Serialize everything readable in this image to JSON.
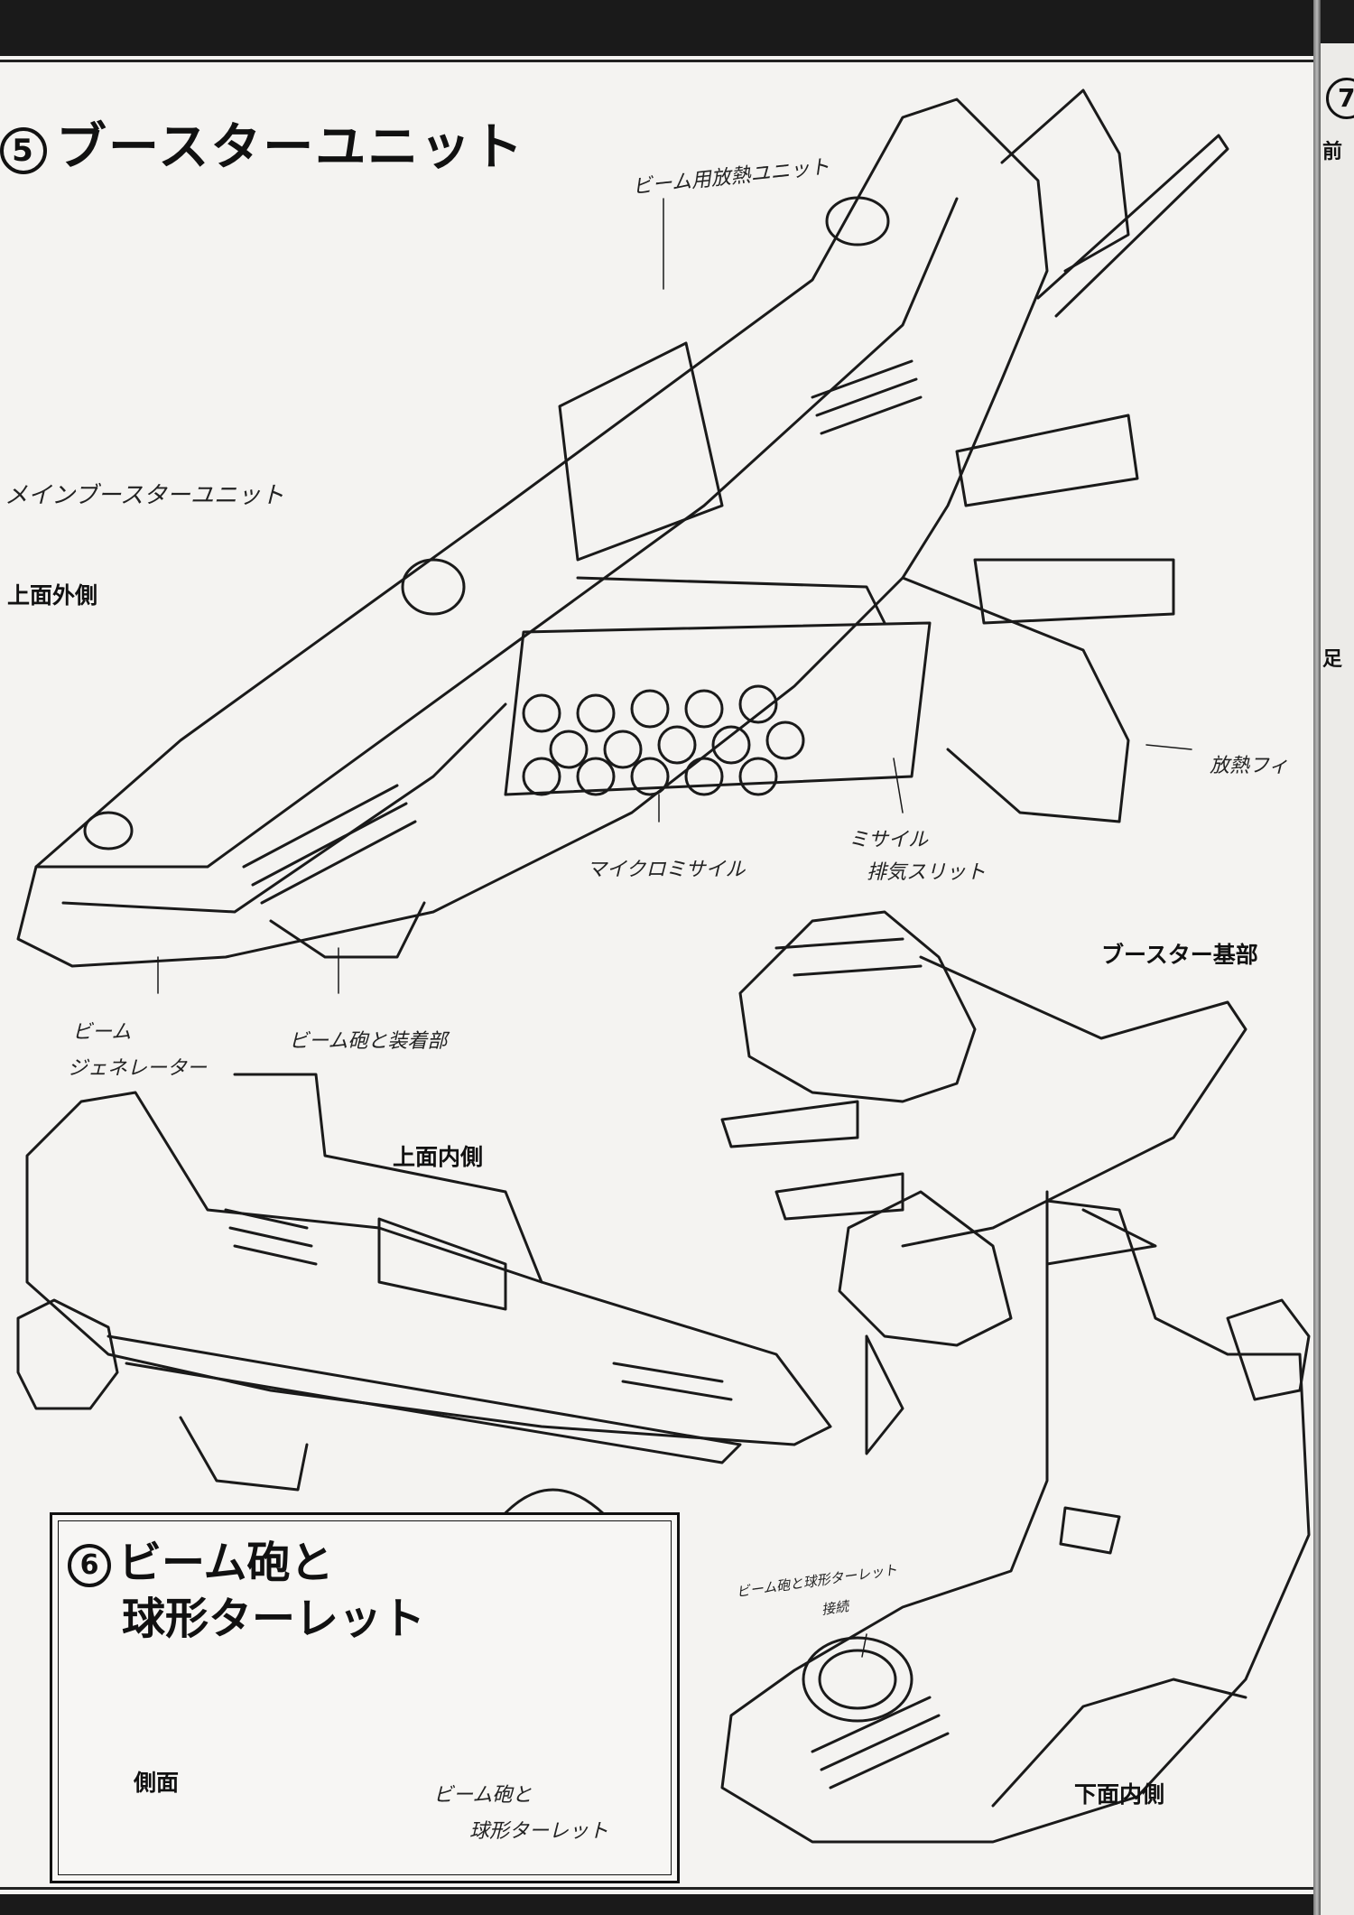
{
  "section5": {
    "number": "5",
    "title": "ブースターユニット",
    "views": {
      "top_outer": "上面外側",
      "top_inner": "上面内側",
      "booster_base": "ブースター基部",
      "bottom_inner": "下面内側"
    },
    "notes": {
      "beam_radiator_unit": "ビーム用放熱ユニット",
      "main_booster_unit": "メインブースターユニット",
      "radiator_fin": "放熱フィ",
      "micro_missile": "マイクロミサイル",
      "missile_exhaust_line1": "ミサイル",
      "missile_exhaust_line2": "排気スリット",
      "beam_gen_line1": "ビーム",
      "beam_gen_line2": "ジェネレーター",
      "beam_cannon_mount": "ビーム砲と装着部",
      "turret_mount_line1": "ビーム砲と球形ターレット",
      "turret_mount_line2": "接続"
    }
  },
  "section6": {
    "number": "6",
    "title_line1": "ビーム砲と",
    "title_line2": "球形ターレット",
    "view_side": "側面",
    "note_line1": "ビーム砲と",
    "note_line2": "球形ターレット"
  },
  "next_page": {
    "number": "7",
    "label_front": "前",
    "label_foot": "足"
  }
}
